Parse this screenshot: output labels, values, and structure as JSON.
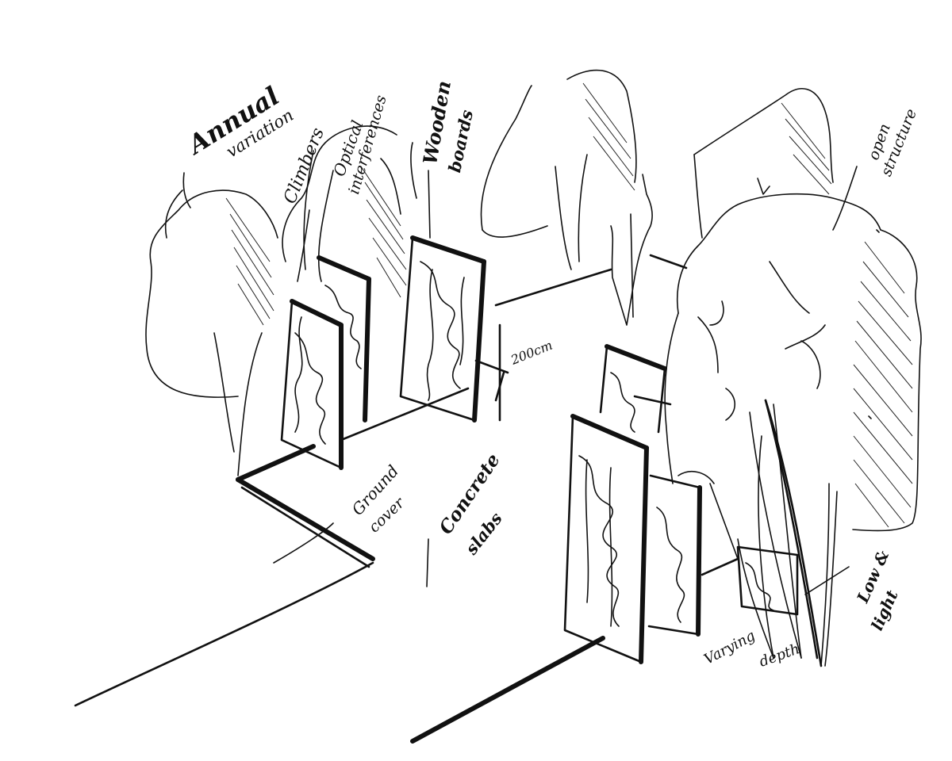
{
  "labels": {
    "annual": "Annual",
    "variation": "variation",
    "climbers": "Climbers",
    "optical_1": "Optical",
    "optical_2": "interferences",
    "wooden": "Wooden",
    "boards": "boards",
    "open": "open",
    "structure": "structure",
    "height": "200cm",
    "ground_1": "Ground",
    "ground_2": "cover",
    "concrete": "Concrete",
    "slabs": "slabs",
    "low": "Low &",
    "light": "light",
    "varying": "Varying",
    "depth": "depth"
  },
  "colors": {
    "ink": "#111111",
    "paper": "#ffffff"
  }
}
